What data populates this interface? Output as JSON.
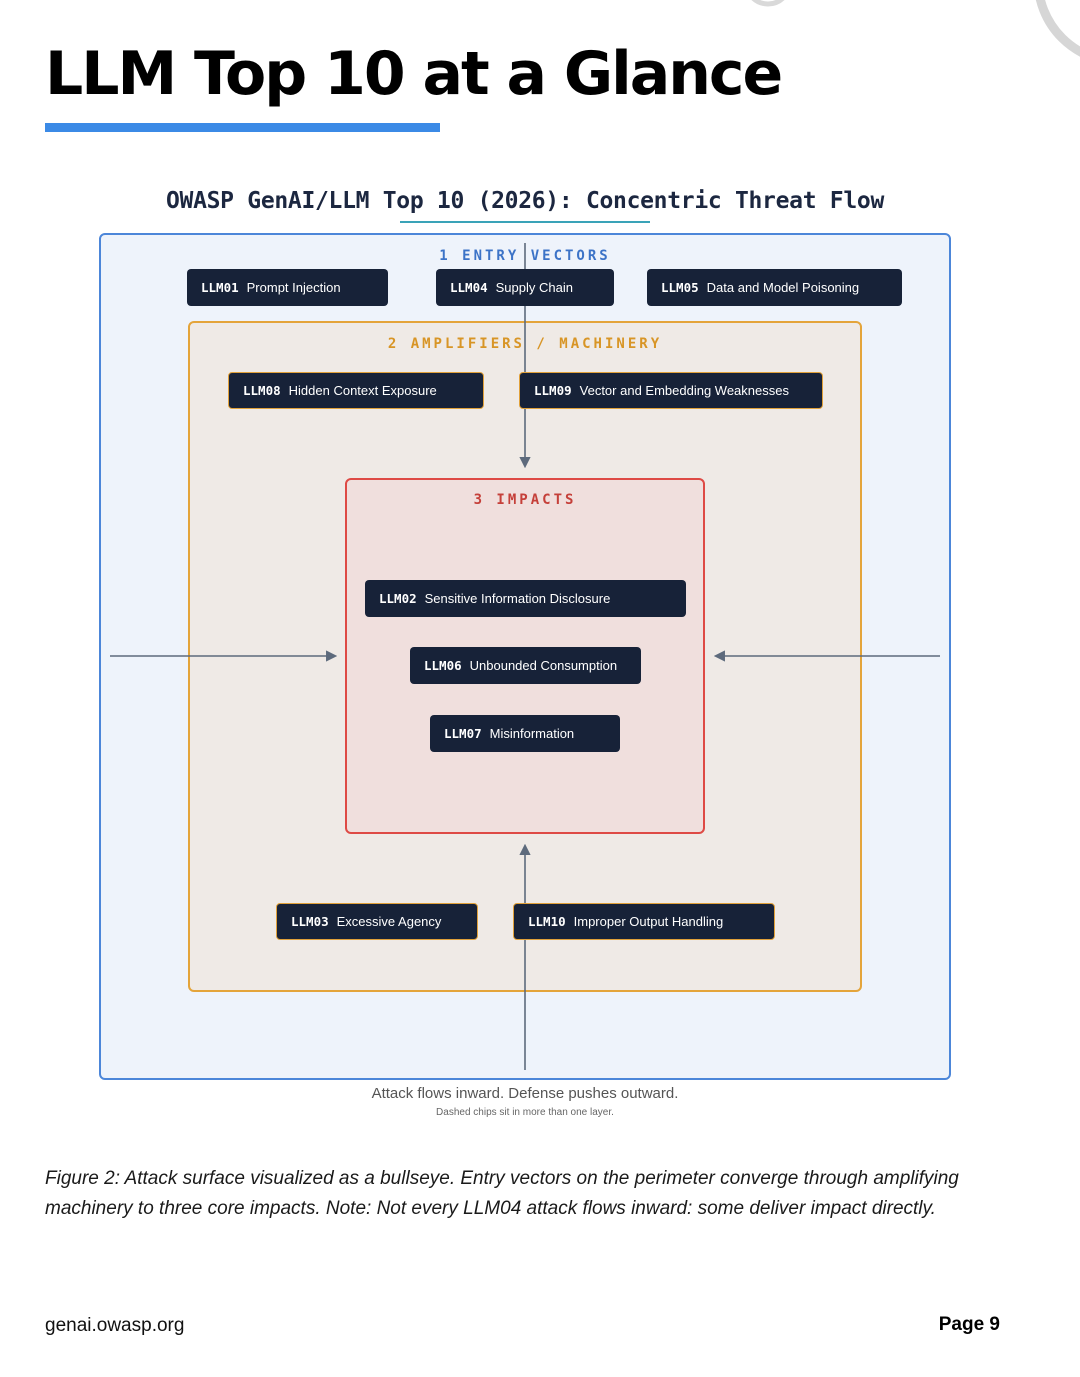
{
  "page": {
    "title": "LLM Top 10 at a Glance",
    "accent_color": "#3b8ae6"
  },
  "diagram": {
    "title": "OWASP GenAI/LLM Top 10 (2026): Concentric Threat Flow",
    "layers": [
      {
        "label": "1  ENTRY VECTORS",
        "color": "#4c86d9",
        "chips": [
          {
            "id": "LLM01",
            "name": "Prompt Injection"
          },
          {
            "id": "LLM04",
            "name": "Supply Chain"
          },
          {
            "id": "LLM05",
            "name": "Data and Model Poisoning"
          }
        ]
      },
      {
        "label": "2  AMPLIFIERS / MACHINERY",
        "color": "#e4a43a",
        "chips": [
          {
            "id": "LLM08",
            "name": "Hidden Context Exposure"
          },
          {
            "id": "LLM09",
            "name": "Vector and Embedding Weaknesses"
          },
          {
            "id": "LLM03",
            "name": "Excessive Agency"
          },
          {
            "id": "LLM10",
            "name": "Improper Output Handling"
          }
        ]
      },
      {
        "label": "3  IMPACTS",
        "color": "#de4a45",
        "chips": [
          {
            "id": "LLM02",
            "name": "Sensitive Information Disclosure"
          },
          {
            "id": "LLM06",
            "name": "Unbounded Consumption"
          },
          {
            "id": "LLM07",
            "name": "Misinformation"
          }
        ]
      }
    ],
    "caption_main": "Attack flows inward. Defense pushes outward.",
    "caption_sub": "Dashed chips sit in more than one layer."
  },
  "figure_caption": "Figure 2: Attack surface visualized as a bullseye. Entry vectors on the perimeter converge through amplifying machinery to three core impacts. Note: Not every LLM04 attack flows inward: some deliver impact directly.",
  "footer": {
    "url": "genai.owasp.org",
    "page_label": "Page 9"
  }
}
